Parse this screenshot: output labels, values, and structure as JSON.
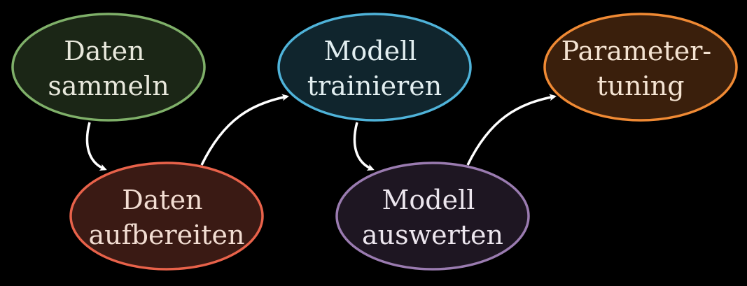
{
  "nodes": [
    {
      "id": "collect",
      "lines": [
        "Daten",
        "sammeln"
      ],
      "fill": "#1b2616",
      "stroke": "#7fb069",
      "text": "#e8e8dc"
    },
    {
      "id": "prepare",
      "lines": [
        "Daten",
        "aufbereiten"
      ],
      "fill": "#3a1a14",
      "stroke": "#e8624a",
      "text": "#f2ddd2"
    },
    {
      "id": "train",
      "lines": [
        "Modell",
        "trainieren"
      ],
      "fill": "#10252d",
      "stroke": "#4fb3d9",
      "text": "#e2eef0"
    },
    {
      "id": "evaluate",
      "lines": [
        "Modell",
        "auswerten"
      ],
      "fill": "#1e1622",
      "stroke": "#9a7bb0",
      "text": "#ece6ee"
    },
    {
      "id": "tune",
      "lines": [
        "Parameter-",
        "tuning"
      ],
      "fill": "#3a1f0c",
      "stroke": "#f08a34",
      "text": "#f4e3d2"
    }
  ],
  "colors": {
    "background": "#000000",
    "arrow": "#ffffff"
  }
}
